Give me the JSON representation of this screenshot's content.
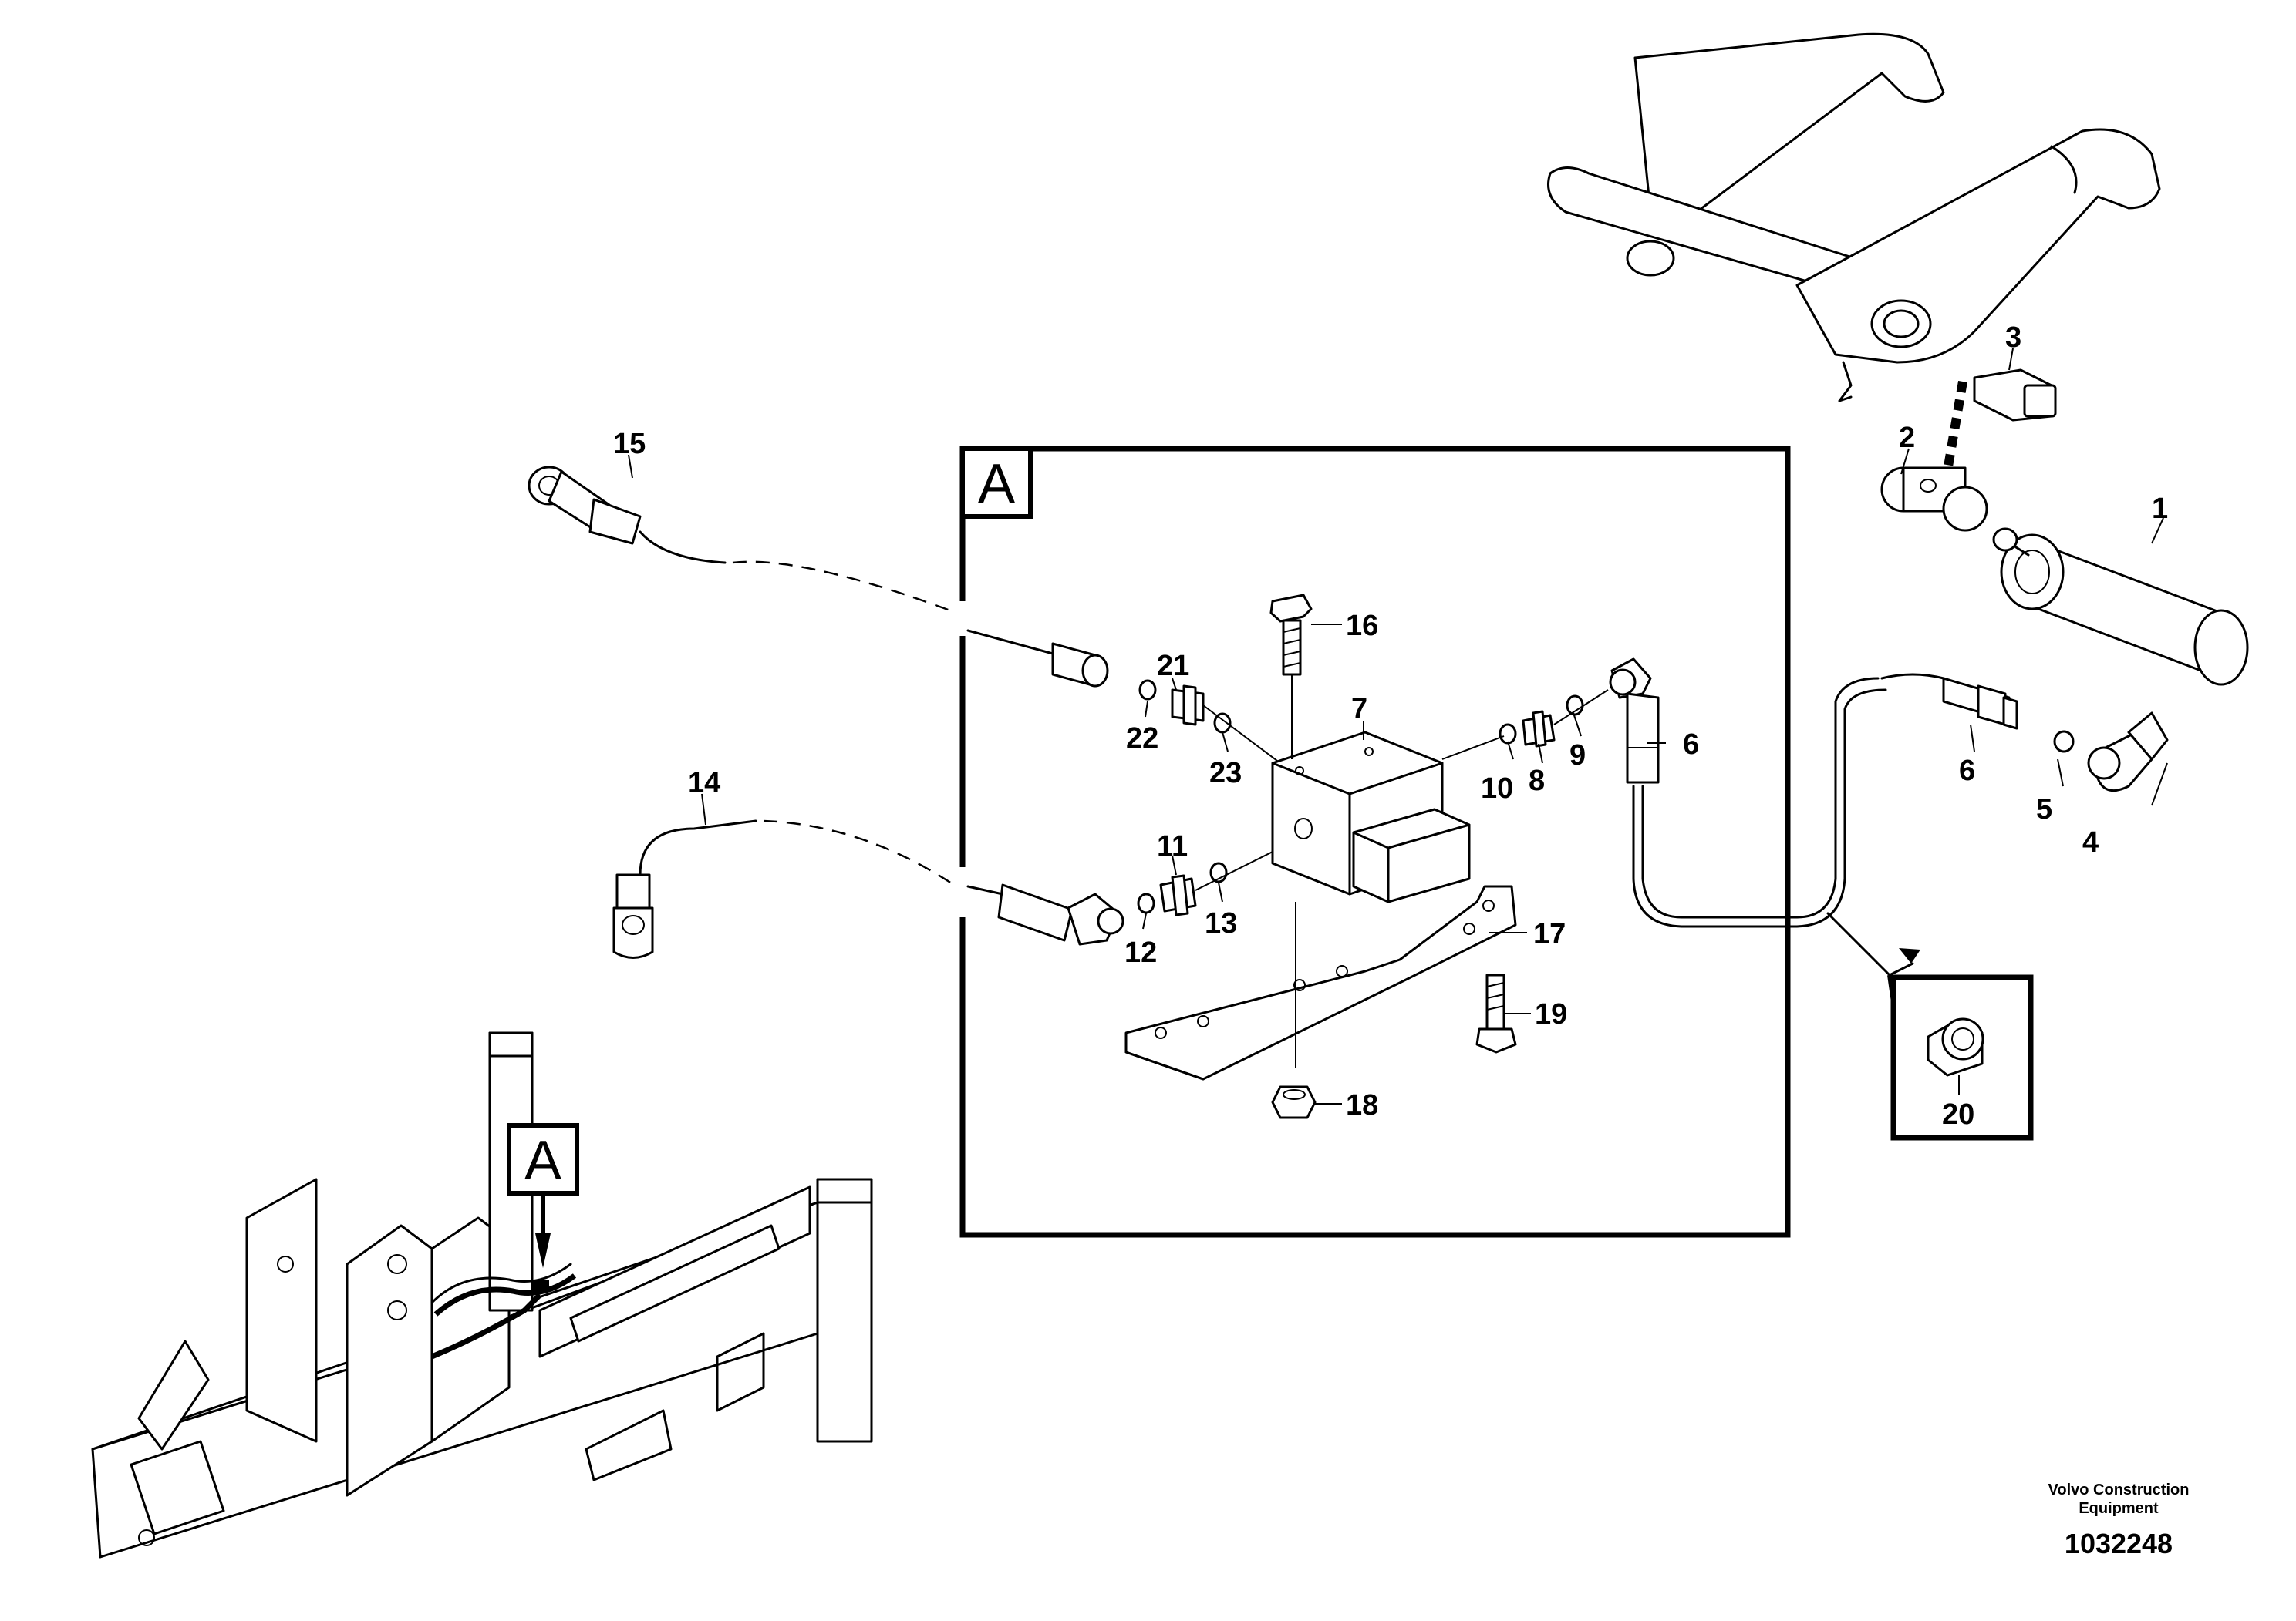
{
  "section_label": "A",
  "callouts": {
    "c1": "1",
    "c2": "2",
    "c3": "3",
    "c4": "4",
    "c5": "5",
    "c6a": "6",
    "c6b": "6",
    "c7": "7",
    "c8": "8",
    "c9": "9",
    "c10": "10",
    "c11": "11",
    "c12": "12",
    "c13": "13",
    "c14": "14",
    "c15": "15",
    "c16": "16",
    "c17": "17",
    "c18": "18",
    "c19": "19",
    "c20": "20",
    "c21": "21",
    "c22": "22",
    "c23": "23"
  },
  "footer": {
    "line1": "Volvo Construction",
    "line2": "Equipment",
    "figure_number": "1032248"
  }
}
